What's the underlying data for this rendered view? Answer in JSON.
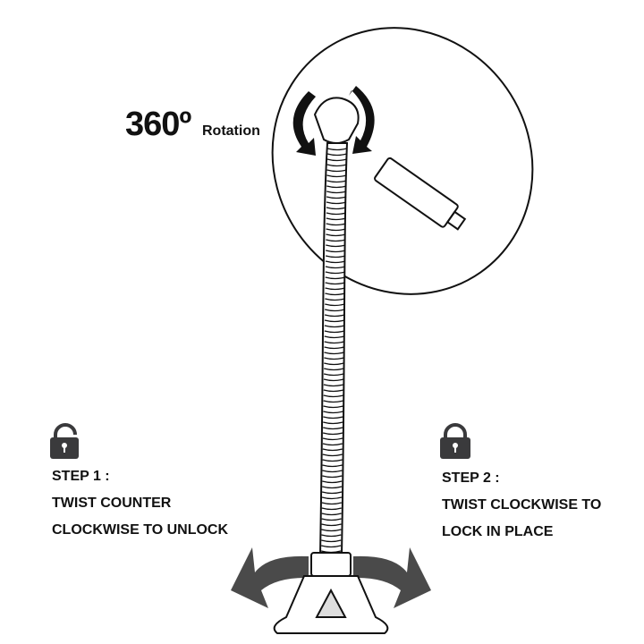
{
  "rotation": {
    "value": "360º",
    "label": "Rotation"
  },
  "step1": {
    "title": "STEP 1 :",
    "line1": "TWIST COUNTER",
    "line2": "CLOCKWISE TO UNLOCK",
    "icon": "unlocked-padlock-icon"
  },
  "step2": {
    "title": "STEP 2 :",
    "line1": "TWIST CLOCKWISE TO",
    "line2": "LOCK IN PLACE",
    "icon": "locked-padlock-icon"
  },
  "colors": {
    "ink": "#111111",
    "lock": "#3a3a3c",
    "arrow": "#4a4a4a"
  }
}
